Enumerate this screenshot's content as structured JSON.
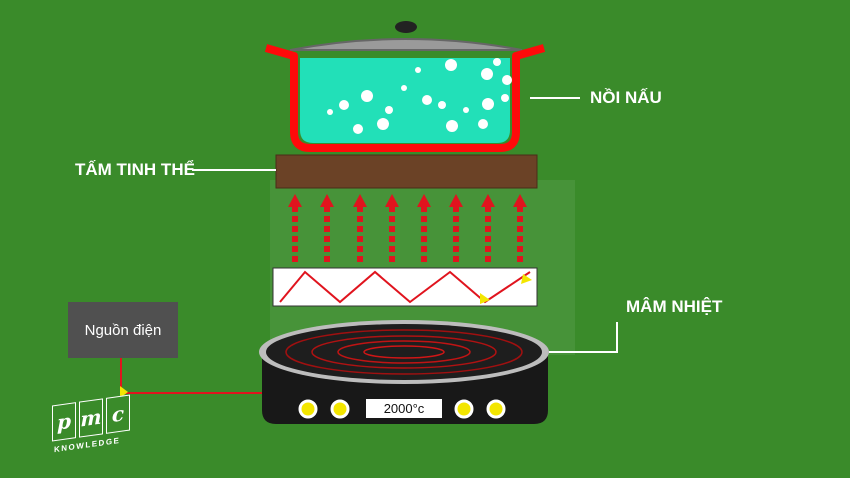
{
  "labels": {
    "pot": "NỒI NẤU",
    "crystal_plate": "TẤM TINH THỂ",
    "heating_plate": "MÂM NHIỆT",
    "power_source": "Nguồn điện"
  },
  "stove": {
    "display": "2000°c"
  },
  "logo": {
    "letters": [
      "p",
      "m",
      "c"
    ],
    "subtitle": "KNOWLEDGE"
  },
  "colors": {
    "background": "#3a8b2a",
    "pot": "#ff0a0a",
    "water": "#22e0b8",
    "plate": "#6b4226",
    "arrow": "#e0141e",
    "stove_body": "#181818"
  }
}
